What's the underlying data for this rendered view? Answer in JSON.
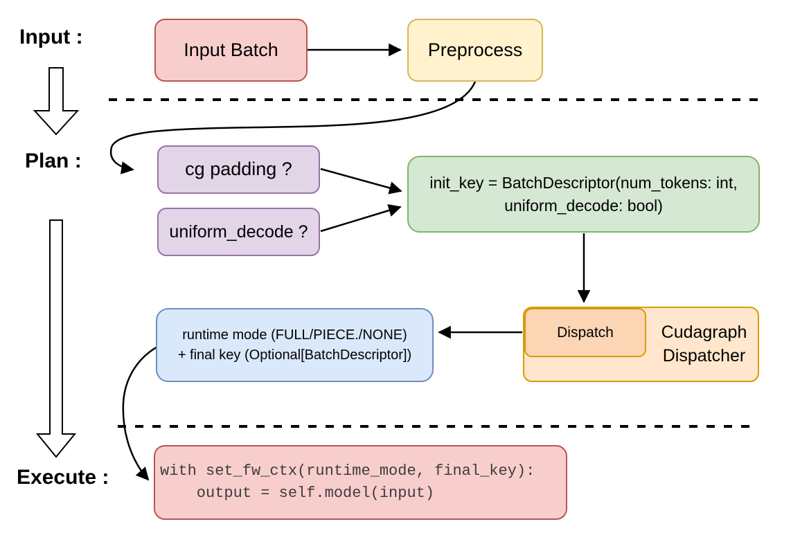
{
  "labels": {
    "input": "Input :",
    "plan": "Plan :",
    "execute": "Execute :"
  },
  "nodes": {
    "input_batch": {
      "label": "Input Batch"
    },
    "preprocess": {
      "label": "Preprocess"
    },
    "cg_padding": {
      "label": "cg padding ?"
    },
    "uniform_decode": {
      "label": "uniform_decode ?"
    },
    "init_key": {
      "line1": "init_key = BatchDescriptor(num_tokens: int,",
      "line2": "uniform_decode: bool)"
    },
    "dispatch": {
      "label": "Dispatch"
    },
    "dispatcher": {
      "line1": "Cudagraph",
      "line2": "Dispatcher"
    },
    "runtime": {
      "line1": "runtime mode (FULL/PIECE./NONE)",
      "line2": "+ final key (Optional[BatchDescriptor])"
    },
    "code": {
      "line1": "with set_fw_ctx(runtime_mode, final_key):",
      "line2": "    output = self.model(input)"
    }
  },
  "palette": {
    "red_fill": "#f8cecc",
    "red_stroke": "#b85450",
    "yellow_fill": "#fff2cc",
    "yellow_stroke": "#d6b656",
    "purple_fill": "#e1d5e7",
    "purple_stroke": "#9673a6",
    "green_fill": "#d5e8d4",
    "green_stroke": "#82b366",
    "orange_fill": "#ffe6cc",
    "orange_stroke": "#d79b00",
    "orange_inner_fill": "#fcd5b5",
    "blue_fill": "#dae8fc",
    "blue_stroke": "#6c8ebf",
    "line_color": "#000000",
    "code_text": "#3d3d3d"
  }
}
